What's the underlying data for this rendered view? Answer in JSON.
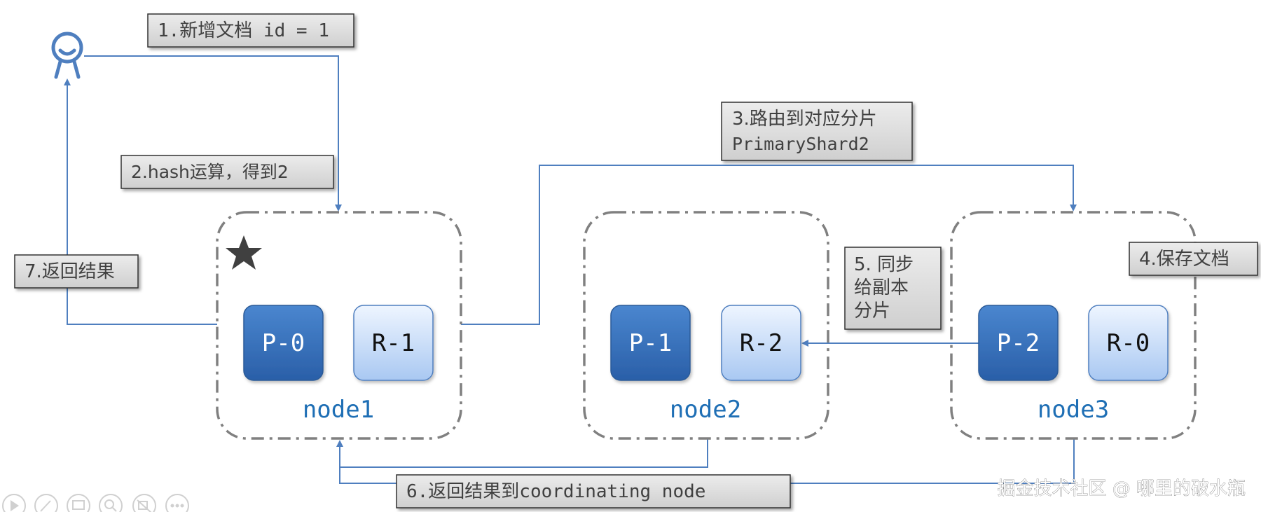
{
  "labels": {
    "step1": "1.新增文档 id = 1",
    "step2": "2.hash运算，得到2",
    "step3_line1": "3.路由到对应分片",
    "step3_line2": "PrimaryShard2",
    "step4": "4.保存文档",
    "step5_line1": "5. 同步",
    "step5_line2": "给副本",
    "step5_line3": "分片",
    "step6": "6.返回结果到coordinating node",
    "step7": "7.返回结果"
  },
  "nodes": [
    {
      "name": "node1",
      "primary": "P-0",
      "replica": "R-1",
      "coordinating": true
    },
    {
      "name": "node2",
      "primary": "P-1",
      "replica": "R-2",
      "coordinating": false
    },
    {
      "name": "node3",
      "primary": "P-2",
      "replica": "R-0",
      "coordinating": false
    }
  ],
  "watermark": "掘金技术社区 @ 哪里的破水瓶",
  "colors": {
    "primary_fill_top": "#4a86cf",
    "primary_fill_bottom": "#2a5fa8",
    "replica_fill_top": "#e6f0ff",
    "replica_fill_bottom": "#a9c8f2",
    "arrow": "#4f7fbf",
    "node_label": "#1f6fb5",
    "label_box": "#d9d9d9",
    "dashed_border": "#808080"
  },
  "icons": [
    "user-icon",
    "star-icon",
    "play-icon",
    "pen-icon",
    "slides-icon",
    "zoom-icon",
    "video-off-icon",
    "more-icon"
  ]
}
